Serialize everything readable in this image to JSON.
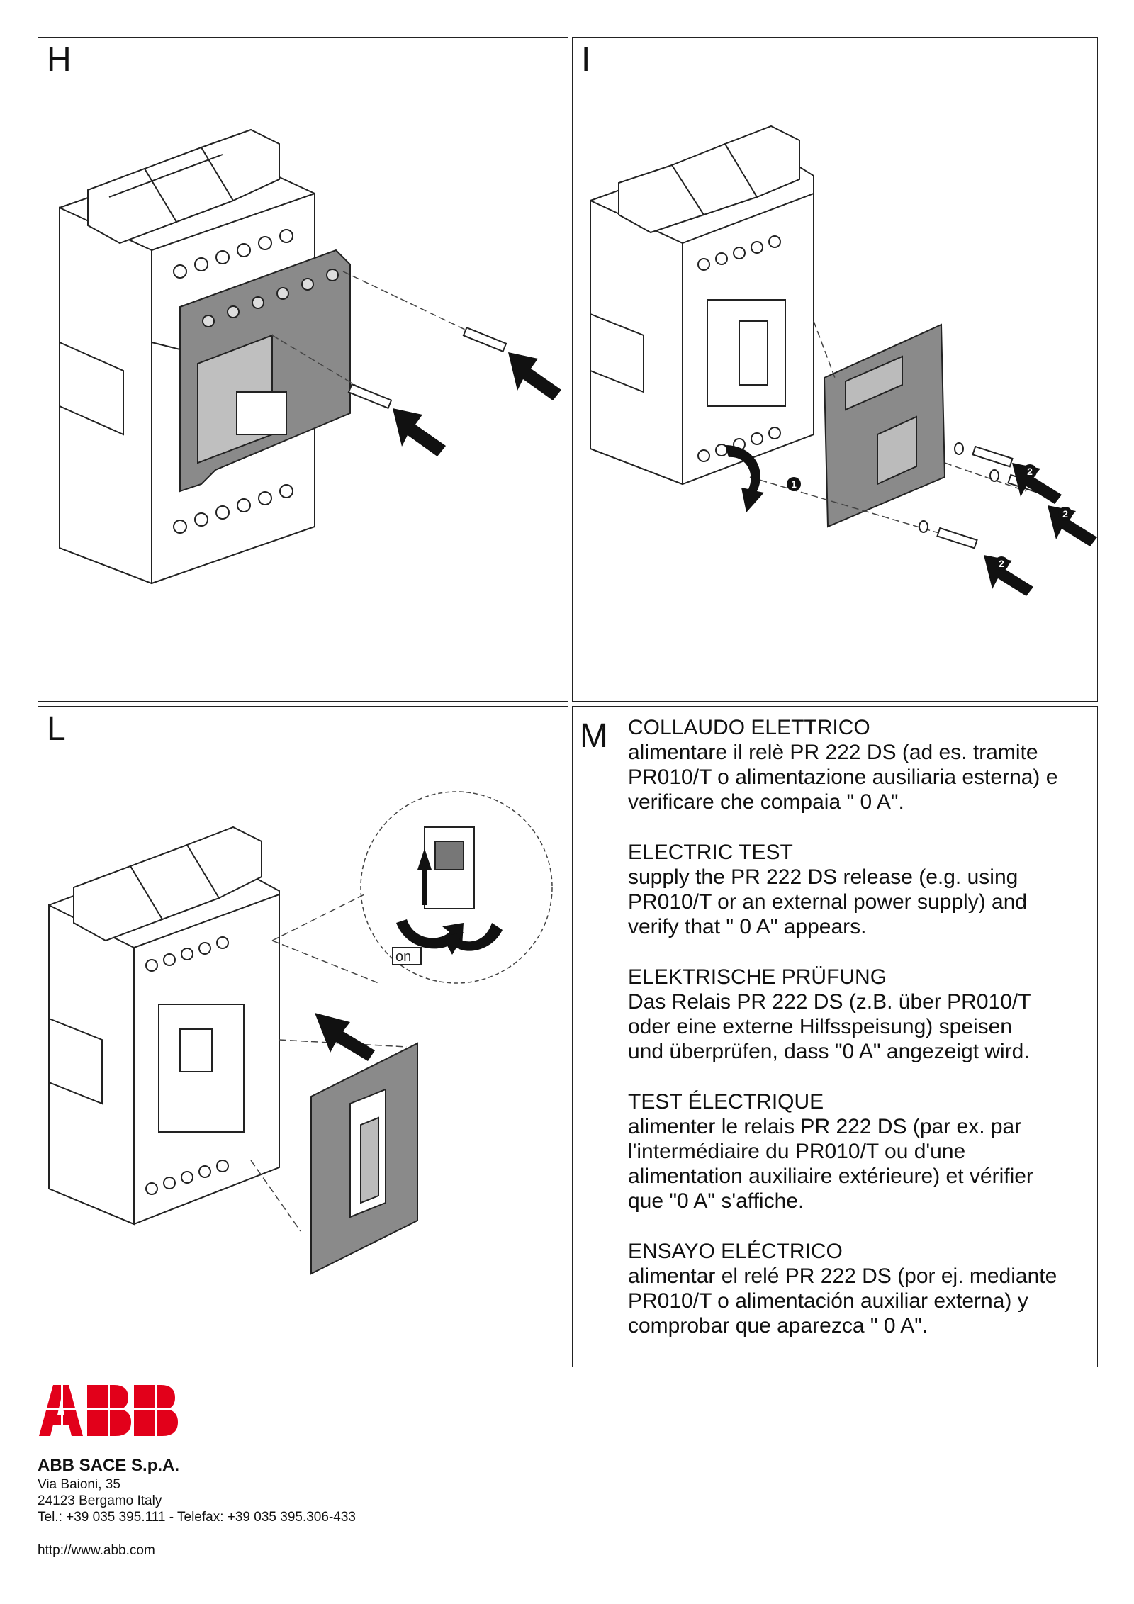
{
  "panels": {
    "h": {
      "letter": "H"
    },
    "i": {
      "letter": "I",
      "step_marks": [
        "1",
        "2",
        "2",
        "2"
      ]
    },
    "l": {
      "letter": "L",
      "zoom_label": "on"
    },
    "m": {
      "letter": "M",
      "sections": [
        {
          "heading": "COLLAUDO ELETTRICO",
          "lines": [
            "alimentare il relè PR 222 DS (ad es. tramite",
            "PR010/T o alimentazione ausiliaria esterna) e",
            "verificare che compaia \" 0 A\"."
          ]
        },
        {
          "heading": "ELECTRIC TEST",
          "lines": [
            "supply the PR 222 DS release (e.g. using",
            "PR010/T or an external power supply) and",
            "verify that \" 0 A\" appears."
          ]
        },
        {
          "heading": "ELEKTRISCHE PRÜFUNG",
          "lines": [
            "Das Relais PR 222 DS (z.B. über PR010/T",
            "oder eine externe Hilfsspeisung) speisen",
            "und überprüfen, dass \"0 A\" angezeigt wird."
          ]
        },
        {
          "heading": "TEST ÉLECTRIQUE",
          "lines": [
            "alimenter le relais PR 222 DS (par ex. par",
            "l'intermédiaire du PR010/T ou d'une",
            "alimentation auxiliaire extérieure) et vérifier",
            "que \"0 A\" s'affiche."
          ]
        },
        {
          "heading": "ENSAYO ELÉCTRICO",
          "lines": [
            "alimentar el relé PR 222 DS (por ej. mediante",
            "PR010/T o alimentación auxiliar externa) y",
            "comprobar que aparezca \" 0 A\"."
          ]
        }
      ]
    }
  },
  "footer": {
    "logo_text": "ABB",
    "logo_color": "#e2001a",
    "company": "ABB SACE S.p.A.",
    "address_lines": [
      "Via Baioni, 35",
      "24123 Bergamo Italy",
      "Tel.: +39 035 395.111 - Telefax: +39 035 395.306-433"
    ],
    "website": "http://www.abb.com"
  }
}
